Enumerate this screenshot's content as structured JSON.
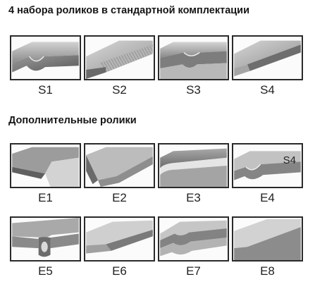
{
  "header": {
    "standard_title": "4 набора роликов в стандартной комплектации",
    "extra_title": "Дополнительные ролики"
  },
  "standard_rollers": [
    {
      "label": "S1",
      "icon": "profile-s1-icon"
    },
    {
      "label": "S2",
      "icon": "profile-s2-icon"
    },
    {
      "label": "S3",
      "icon": "profile-s3-icon"
    },
    {
      "label": "S4",
      "icon": "profile-s4-icon"
    }
  ],
  "extra_rollers": [
    {
      "label": "E1",
      "icon": "profile-e1-icon"
    },
    {
      "label": "E2",
      "icon": "profile-e2-icon"
    },
    {
      "label": "E3",
      "icon": "profile-e3-icon"
    },
    {
      "label": "E4",
      "icon": "profile-e4-icon",
      "overlay_text": "S4"
    },
    {
      "label": "E5",
      "icon": "profile-e5-icon"
    },
    {
      "label": "E6",
      "icon": "profile-e6-icon"
    },
    {
      "label": "E7",
      "icon": "profile-e7-icon"
    },
    {
      "label": "E8",
      "icon": "profile-e8-icon"
    }
  ],
  "colors": {
    "border": "#2a2a2a",
    "metal_light": "#c9c9c9",
    "metal_mid": "#8e8e8e",
    "metal_dark": "#555555"
  }
}
